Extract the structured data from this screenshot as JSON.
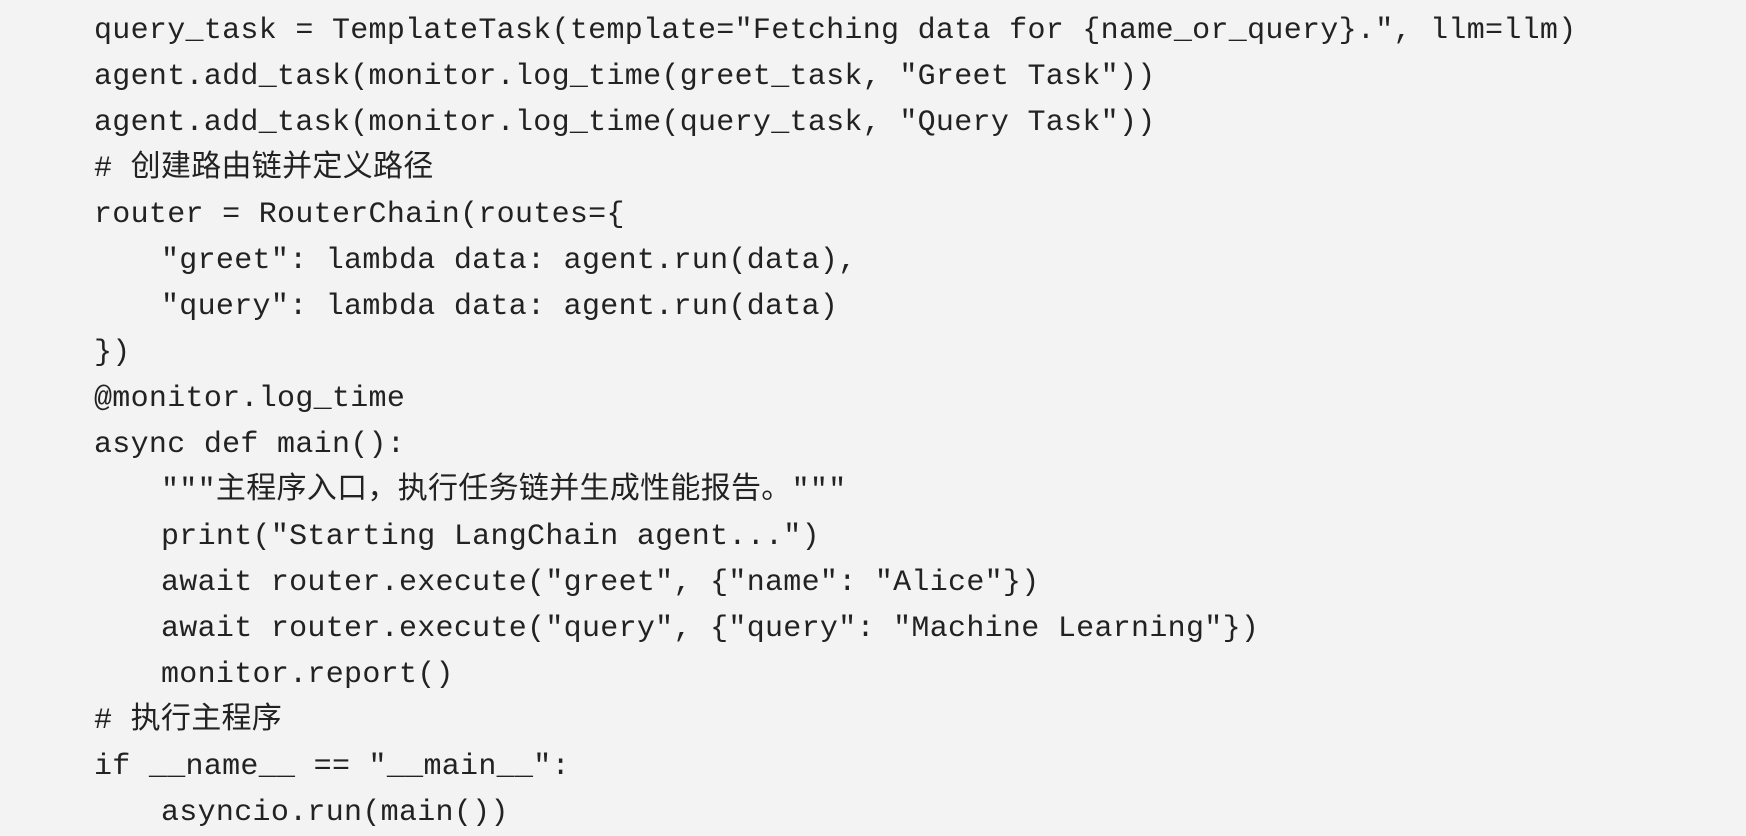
{
  "code": {
    "lines": [
      {
        "indent": 0,
        "text": "query_task = TemplateTask(template=\"Fetching data for {name_or_query}.\", llm=llm)"
      },
      {
        "indent": 0,
        "text": "agent.add_task(monitor.log_time(greet_task, \"Greet Task\"))"
      },
      {
        "indent": 0,
        "text": "agent.add_task(monitor.log_time(query_task, \"Query Task\"))"
      },
      {
        "indent": 0,
        "text": "# 创建路由链并定义路径"
      },
      {
        "indent": 0,
        "text": "router = RouterChain(routes={"
      },
      {
        "indent": 1,
        "text": "\"greet\": lambda data: agent.run(data),"
      },
      {
        "indent": 1,
        "text": "\"query\": lambda data: agent.run(data)"
      },
      {
        "indent": 0,
        "text": "})"
      },
      {
        "indent": 0,
        "text": "@monitor.log_time"
      },
      {
        "indent": 0,
        "text": "async def main():"
      },
      {
        "indent": 1,
        "text": "\"\"\"主程序入口，执行任务链并生成性能报告。\"\"\""
      },
      {
        "indent": 1,
        "text": "print(\"Starting LangChain agent...\")"
      },
      {
        "indent": 1,
        "text": "await router.execute(\"greet\", {\"name\": \"Alice\"})"
      },
      {
        "indent": 1,
        "text": "await router.execute(\"query\", {\"query\": \"Machine Learning\"})"
      },
      {
        "indent": 1,
        "text": "monitor.report()"
      },
      {
        "indent": 0,
        "text": "# 执行主程序"
      },
      {
        "indent": 0,
        "text": "if __name__ == \"__main__\":"
      },
      {
        "indent": 1,
        "text": "asyncio.run(main())"
      }
    ]
  }
}
